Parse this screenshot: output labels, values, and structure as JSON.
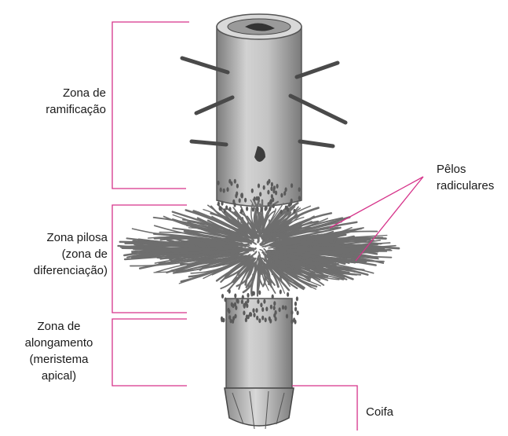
{
  "labels": {
    "zona_ramificacao": "Zona de\nramificação",
    "zona_pilosa": "Zona pilosa\n(zona de\ndiferenciação)",
    "zona_alongamento": "Zona de\nalongamento\n(meristema\napical)",
    "pelos_radiculares": "Pêlos\nradiculares",
    "coifa": "Coifa"
  },
  "colors": {
    "leader_line": "#d6338a",
    "root_body": "#b9b9b9",
    "root_shadow": "#8a8a8a",
    "hairs": "#6e6e6e"
  }
}
